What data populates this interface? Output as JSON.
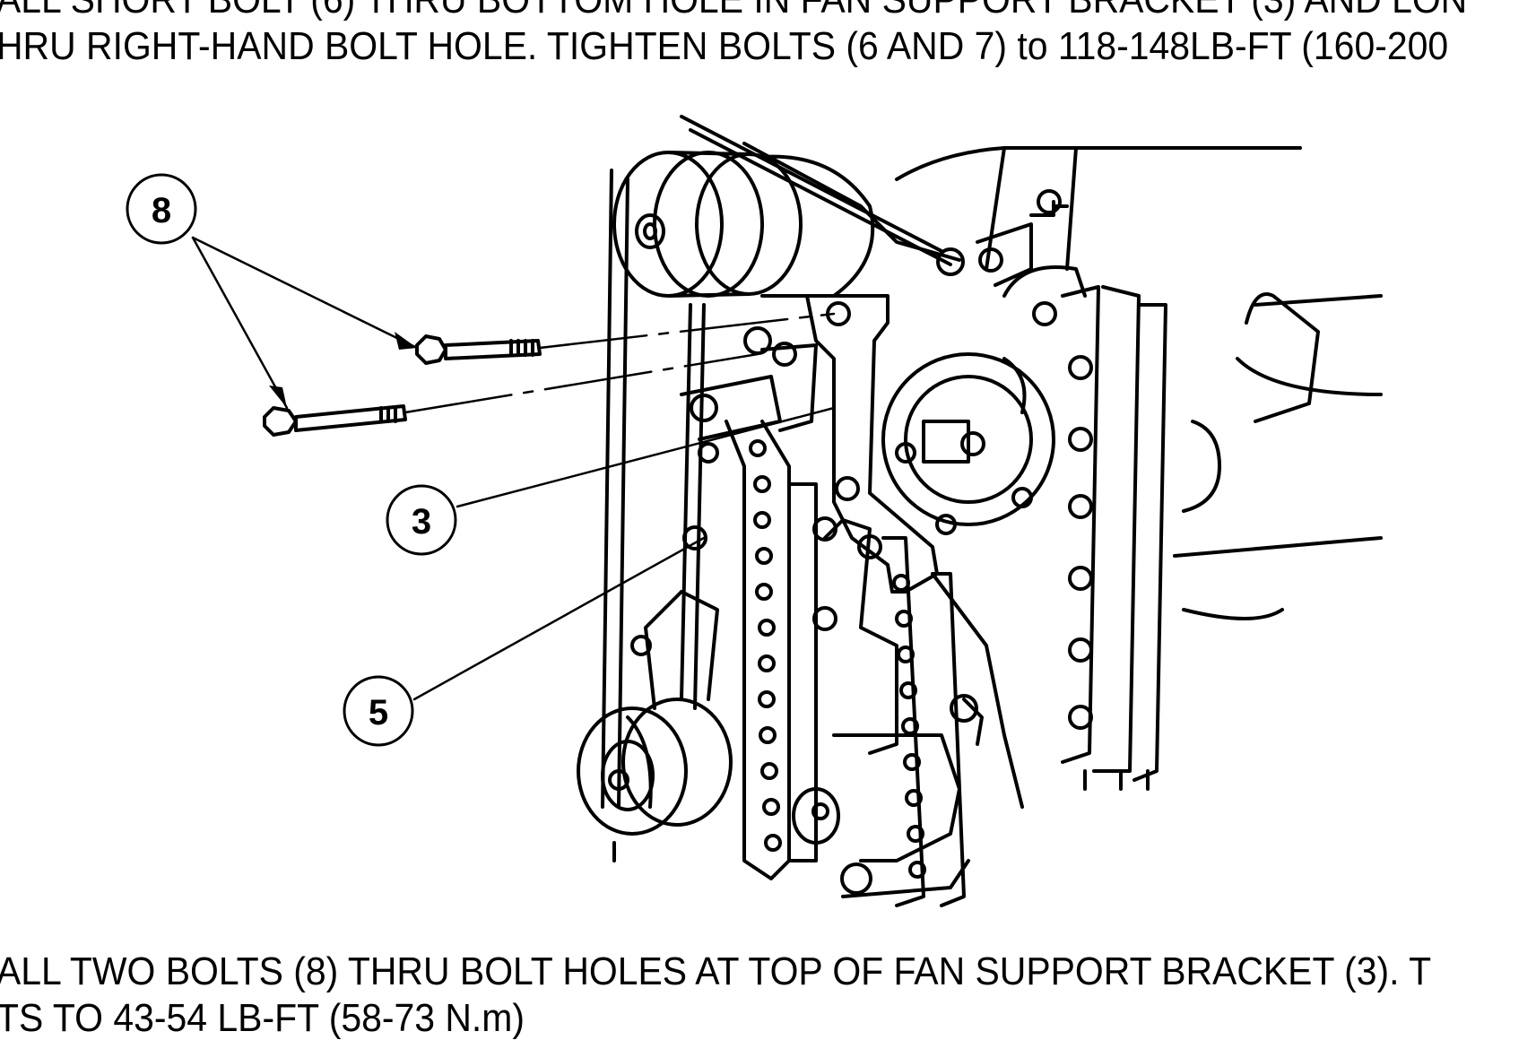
{
  "text": {
    "line1": "ALL SHORT BOLT (6) THRU BOTTOM HOLE IN FAN SUPPORT BRACKET (3) AND LON",
    "line2": "HRU RIGHT-HAND BOLT HOLE. TIGHTEN BOLTS (6 AND 7) to 118-148LB-FT (160-200",
    "line3": "ALL TWO BOLTS (8) THRU BOLT HOLES AT TOP OF FAN  SUPPORT BRACKET (3).  T",
    "line4": "TS TO 43-54 LB-FT (58-73 N.m)"
  },
  "callouts": {
    "c8": "8",
    "c3": "3",
    "c5": "5"
  }
}
